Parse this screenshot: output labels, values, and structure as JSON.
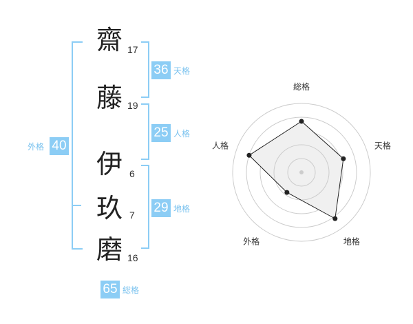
{
  "name": {
    "chars": [
      {
        "char": "齋",
        "strokes": "17"
      },
      {
        "char": "藤",
        "strokes": "19"
      },
      {
        "char": "伊",
        "strokes": "6"
      },
      {
        "char": "玖",
        "strokes": "7"
      },
      {
        "char": "磨",
        "strokes": "16"
      }
    ]
  },
  "fortunes": {
    "tenkaku": {
      "value": "36",
      "label": "天格"
    },
    "jinkaku": {
      "value": "25",
      "label": "人格"
    },
    "chikaku": {
      "value": "29",
      "label": "地格"
    },
    "gaikaku": {
      "value": "40",
      "label": "外格"
    },
    "soukaku": {
      "value": "65",
      "label": "総格"
    }
  },
  "radar": {
    "axes": [
      "総格",
      "天格",
      "地格",
      "外格",
      "人格"
    ],
    "values": [
      0.74,
      0.64,
      0.83,
      0.36,
      0.8
    ],
    "fill_color": "#f0f0f0",
    "ring_color": "#cccccc",
    "line_color": "#222222"
  }
}
